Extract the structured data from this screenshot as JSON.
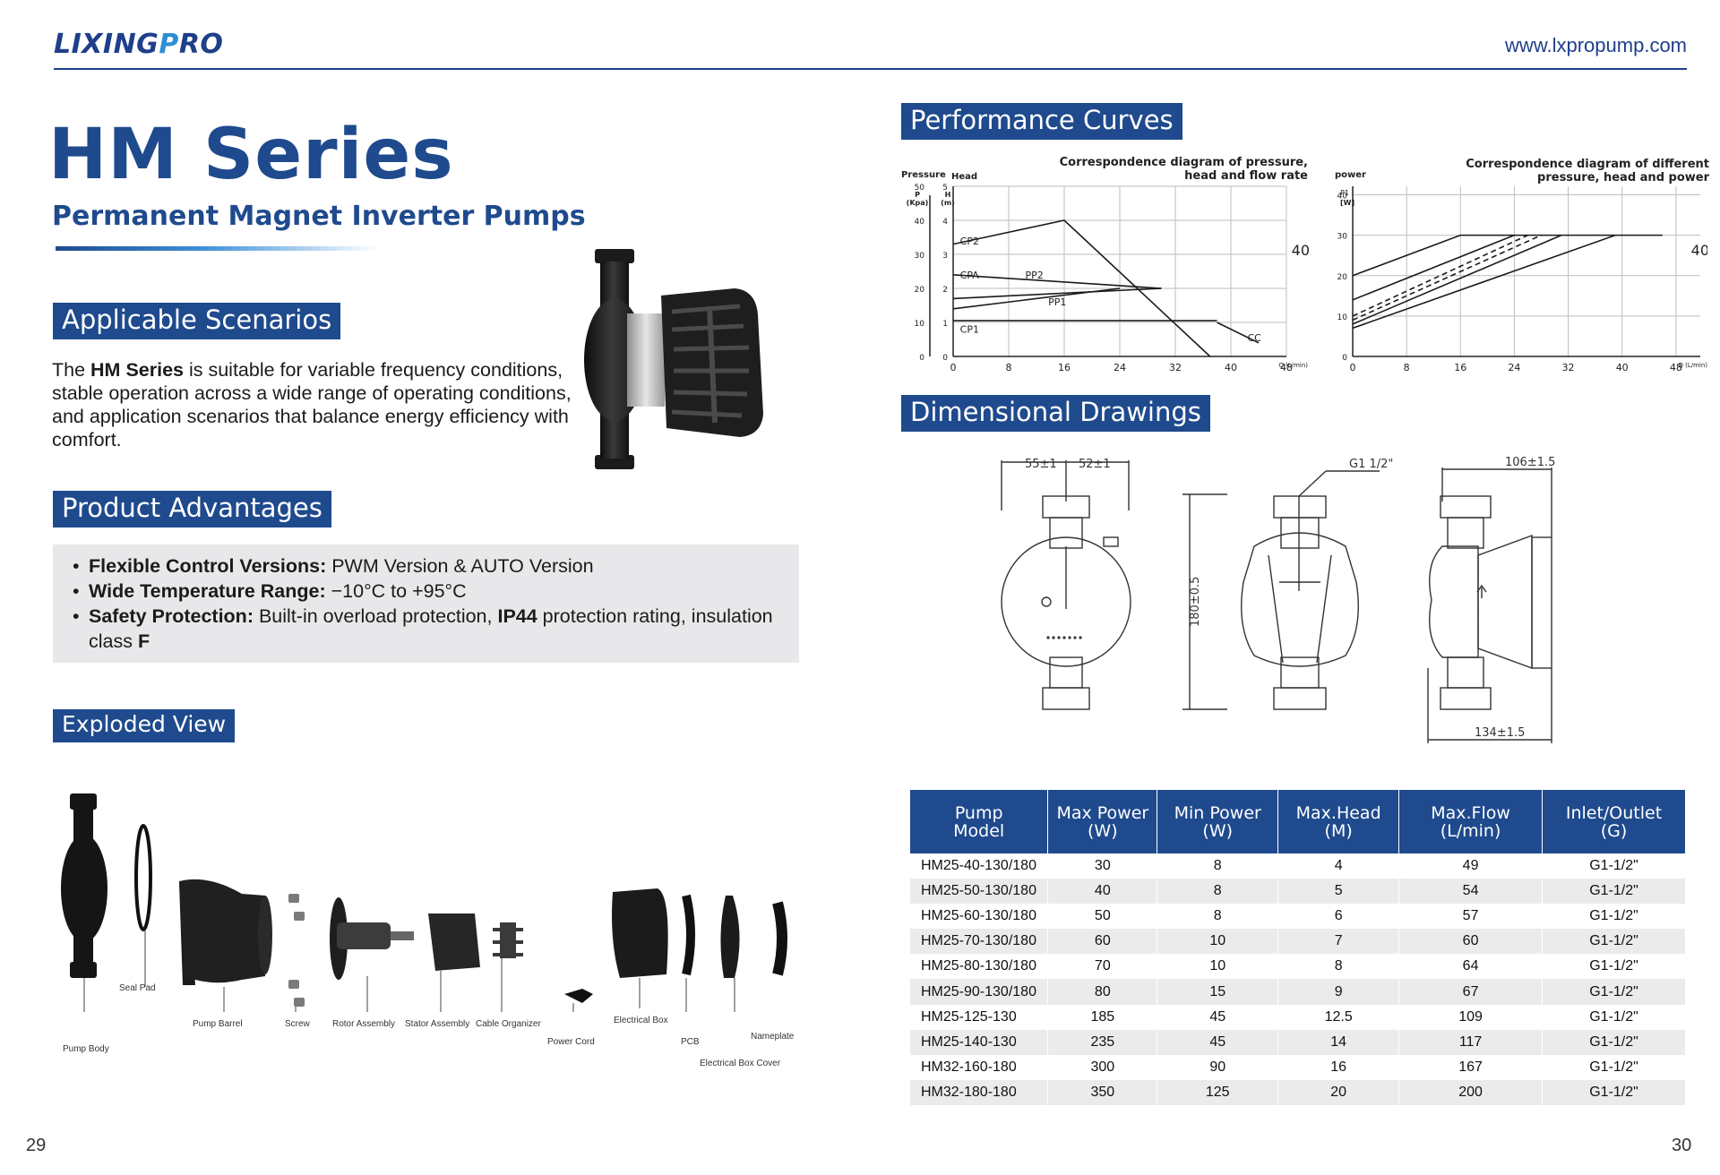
{
  "header": {
    "logo_main": "LIXING",
    "logo_accent": "P",
    "logo_end": "RO",
    "url": "www.lxpropump.com"
  },
  "title": {
    "series": "HM Series",
    "subtitle": "Permanent Magnet Inverter Pumps"
  },
  "scenarios": {
    "heading": "Applicable Scenarios",
    "text_before": "The ",
    "text_bold": "HM Series",
    "text_after": " is suitable for variable frequency conditions, stable operation across a wide range of operating conditions, and application scenarios that balance energy efficiency with comfort."
  },
  "advantages": {
    "heading": "Product Advantages",
    "items": [
      {
        "label": "Flexible Control Versions:",
        "text": " PWM Version & AUTO Version"
      },
      {
        "label": "Wide Temperature Range:",
        "text": " −10°C to +95°C"
      },
      {
        "label": "Safety Protection:",
        "text": " Built-in overload protection, ",
        "bold2": "IP44",
        "text2": " protection rating, insulation class ",
        "bold3": "F"
      }
    ]
  },
  "exploded": {
    "heading": "Exploded View",
    "parts": [
      "Seal Pad",
      "Pump Body",
      "Pump Barrel",
      "Screw",
      "Rotor Assembly",
      "Stator Assembly",
      "Cable Organizer",
      "Power Cord",
      "Electrical Box",
      "PCB",
      "Nameplate",
      "Electrical Box Cover"
    ]
  },
  "curves": {
    "heading": "Performance Curves",
    "chart1": {
      "title_line1": "Correspondence diagram of pressure,",
      "title_line2": "head and flow rate",
      "pressure_label": "Pressure",
      "head_label": "Head",
      "p_unit_1": "P",
      "p_unit_2": "(Kpa)",
      "h_unit_1": "H",
      "h_unit_2": "(m)",
      "x_unit": "Q (L/min)",
      "corner_value": "40",
      "curve_labels": [
        "CP2",
        "CPA",
        "CP1",
        "PP2",
        "PP1",
        "CC"
      ]
    },
    "chart2": {
      "title_line1": "Correspondence diagram of different",
      "title_line2": "pressure, head and power",
      "power_label": "power",
      "p_unit_1": "P1",
      "p_unit_2": "[W]",
      "x_unit": "Q (L/min)",
      "corner_value": "40"
    }
  },
  "chart_data": [
    {
      "type": "line",
      "title": "Correspondence diagram of pressure, head and flow rate",
      "xlabel": "Q (L/min)",
      "ylabel": "Head H (m) / Pressure P (Kpa)",
      "x_ticks": [
        0,
        8,
        16,
        24,
        32,
        40,
        48
      ],
      "y_ticks_head": [
        0,
        1,
        2,
        3,
        4,
        5
      ],
      "y_ticks_pressure": [
        0,
        10,
        20,
        30,
        40,
        50
      ],
      "xlim": [
        0,
        48
      ],
      "ylim": [
        0,
        5
      ],
      "grid": true,
      "series": [
        {
          "name": "CP2",
          "x": [
            0,
            16,
            37
          ],
          "y": [
            3.3,
            4,
            0
          ]
        },
        {
          "name": "CPA",
          "x": [
            0,
            30
          ],
          "y": [
            2.4,
            2
          ]
        },
        {
          "name": "PP2",
          "x": [
            0,
            30
          ],
          "y": [
            1.7,
            2
          ]
        },
        {
          "name": "PP1",
          "x": [
            0,
            24
          ],
          "y": [
            1.4,
            2
          ]
        },
        {
          "name": "CP1",
          "x": [
            0,
            38
          ],
          "y": [
            1.05,
            1.05
          ]
        },
        {
          "name": "CC",
          "x": [
            38,
            44
          ],
          "y": [
            1,
            0.4
          ]
        }
      ]
    },
    {
      "type": "line",
      "title": "Correspondence diagram of different pressure, head and power",
      "xlabel": "Q (L/min)",
      "ylabel": "P1 [W]",
      "x_ticks": [
        0,
        8,
        16,
        24,
        32,
        40,
        48
      ],
      "y_ticks": [
        0,
        10,
        20,
        30,
        40
      ],
      "xlim": [
        0,
        48
      ],
      "ylim": [
        0,
        40
      ],
      "grid": true,
      "series": [
        {
          "x": [
            0,
            16,
            46
          ],
          "y": [
            20,
            30,
            30
          ]
        },
        {
          "x": [
            0,
            24
          ],
          "y": [
            14,
            30
          ]
        },
        {
          "x": [
            0,
            26
          ],
          "y": [
            10,
            30
          ]
        },
        {
          "x": [
            0,
            28
          ],
          "y": [
            9,
            30
          ]
        },
        {
          "x": [
            0,
            31
          ],
          "y": [
            8,
            30
          ]
        },
        {
          "x": [
            0,
            39
          ],
          "y": [
            7,
            30
          ]
        }
      ]
    }
  ],
  "drawings": {
    "heading": "Dimensional Drawings",
    "dims": [
      "55±1",
      "52±1",
      "G1 1/2\"",
      "106±1.5",
      "180±0.5",
      "134±1.5"
    ]
  },
  "table": {
    "headers": [
      {
        "l1": "Pump",
        "l2": "Model"
      },
      {
        "l1": "Max Power",
        "l2": "(W)"
      },
      {
        "l1": "Min Power",
        "l2": "(W)"
      },
      {
        "l1": "Max.Head",
        "l2": "(M)"
      },
      {
        "l1": "Max.Flow",
        "l2": "(L/min)"
      },
      {
        "l1": "Inlet/Outlet",
        "l2": "(G)"
      }
    ],
    "rows": [
      [
        "HM25-40-130/180",
        "30",
        "8",
        "4",
        "49",
        "G1-1/2\""
      ],
      [
        "HM25-50-130/180",
        "40",
        "8",
        "5",
        "54",
        "G1-1/2\""
      ],
      [
        "HM25-60-130/180",
        "50",
        "8",
        "6",
        "57",
        "G1-1/2\""
      ],
      [
        "HM25-70-130/180",
        "60",
        "10",
        "7",
        "60",
        "G1-1/2\""
      ],
      [
        "HM25-80-130/180",
        "70",
        "10",
        "8",
        "64",
        "G1-1/2\""
      ],
      [
        "HM25-90-130/180",
        "80",
        "15",
        "9",
        "67",
        "G1-1/2\""
      ],
      [
        "HM25-125-130",
        "185",
        "45",
        "12.5",
        "109",
        "G1-1/2\""
      ],
      [
        "HM25-140-130",
        "235",
        "45",
        "14",
        "117",
        "G1-1/2\""
      ],
      [
        "HM32-160-180",
        "300",
        "90",
        "16",
        "167",
        "G1-1/2\""
      ],
      [
        "HM32-180-180",
        "350",
        "125",
        "20",
        "200",
        "G1-1/2\""
      ]
    ]
  },
  "pages": {
    "left": "29",
    "right": "30"
  }
}
